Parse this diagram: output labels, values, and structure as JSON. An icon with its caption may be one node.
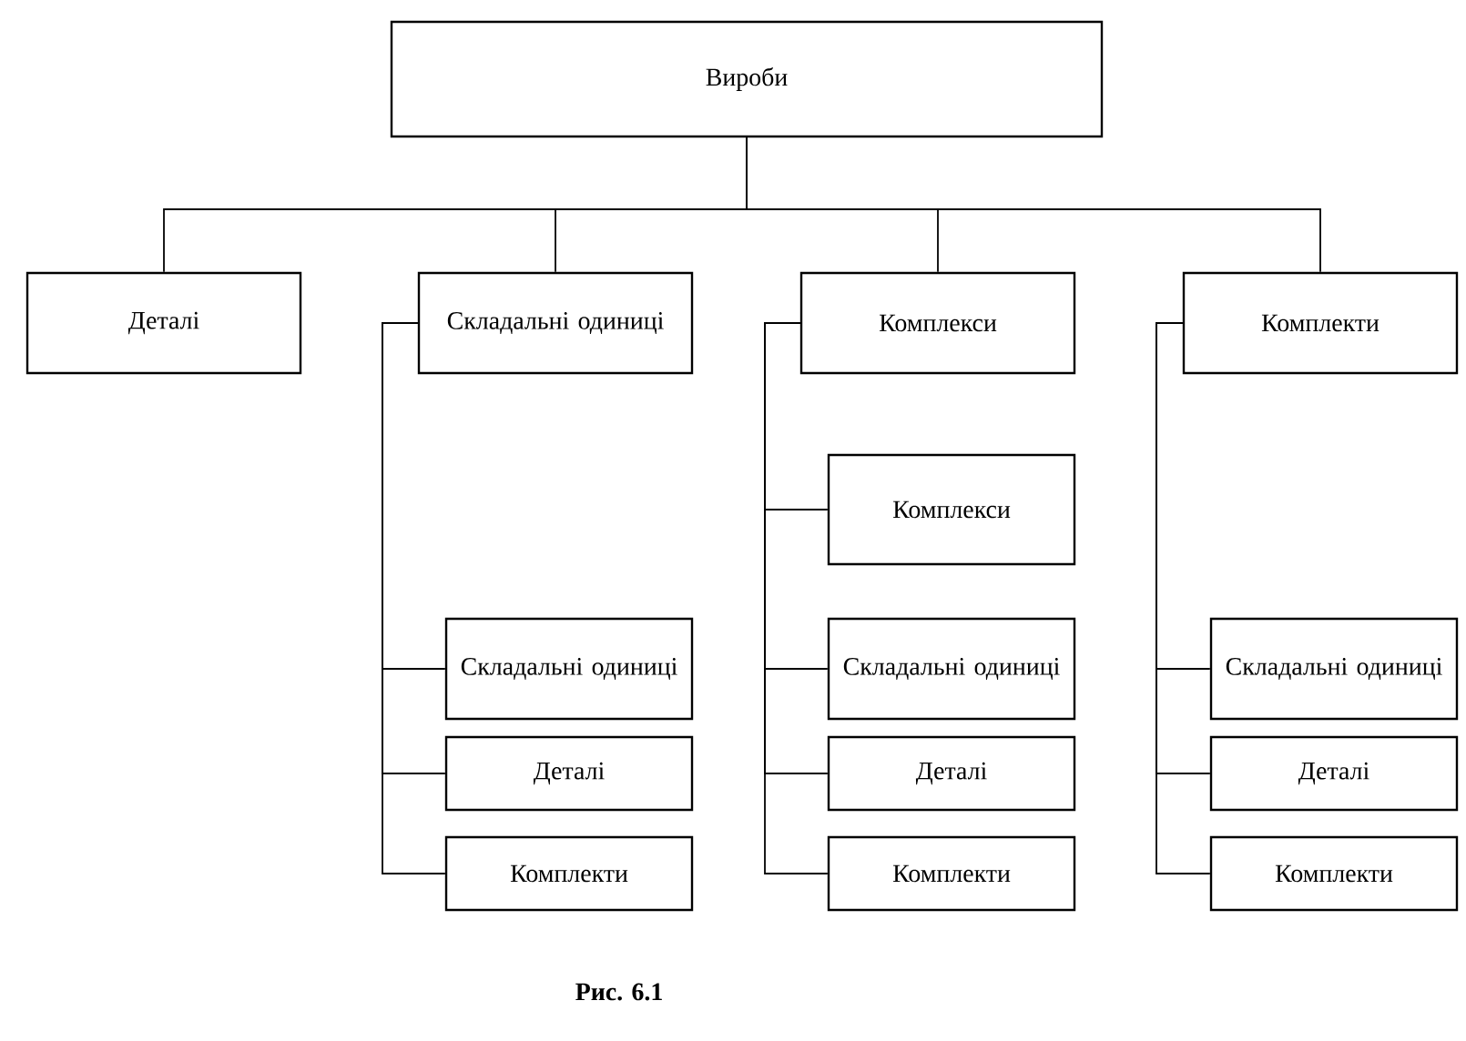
{
  "diagram": {
    "caption": "Рис. 6.1",
    "nodes": [
      {
        "text": [
          "Вироби"
        ]
      },
      {
        "text": [
          "Деталі"
        ]
      },
      {
        "text": [
          "Складальні одиниці"
        ]
      },
      {
        "text": [
          "Комплекси"
        ]
      },
      {
        "text": [
          "Комплекти"
        ]
      },
      {
        "text": [
          "Складальні одиниці"
        ]
      },
      {
        "text": [
          "Деталі"
        ]
      },
      {
        "text": [
          "Комплекти"
        ]
      },
      {
        "text": [
          "Комплекси"
        ]
      },
      {
        "text": [
          "Складальні одиниці"
        ]
      },
      {
        "text": [
          "Деталі"
        ]
      },
      {
        "text": [
          "Комплекти"
        ]
      },
      {
        "text": [
          "Складальні одиниці"
        ]
      },
      {
        "text": [
          "Деталі"
        ]
      },
      {
        "text": [
          "Комплекти"
        ]
      }
    ],
    "edges": [
      {
        "from": 0,
        "to": 1,
        "arrow": "none"
      },
      {
        "from": 0,
        "to": 2,
        "arrow": "none"
      },
      {
        "from": 0,
        "to": 3,
        "arrow": "none"
      },
      {
        "from": 0,
        "to": 4,
        "arrow": "none"
      },
      {
        "from": 2,
        "to": 5,
        "arrow": "none"
      },
      {
        "from": 2,
        "to": 6,
        "arrow": "none"
      },
      {
        "from": 2,
        "to": 7,
        "arrow": "none"
      },
      {
        "from": 3,
        "to": 8,
        "arrow": "none"
      },
      {
        "from": 3,
        "to": 9,
        "arrow": "none"
      },
      {
        "from": 3,
        "to": 10,
        "arrow": "none"
      },
      {
        "from": 3,
        "to": 11,
        "arrow": "none"
      },
      {
        "from": 4,
        "to": 12,
        "arrow": "none"
      },
      {
        "from": 4,
        "to": 13,
        "arrow": "none"
      },
      {
        "from": 4,
        "to": 14,
        "arrow": "none"
      }
    ]
  }
}
